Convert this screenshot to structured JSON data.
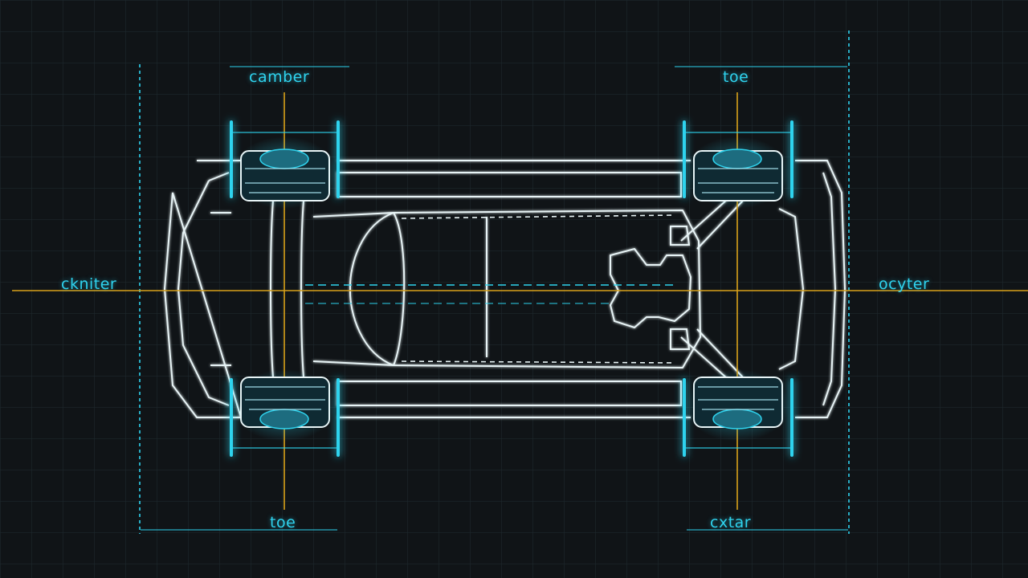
{
  "labels": {
    "top_left": "camber",
    "top_right": "toe",
    "left": "ckniter",
    "right": "ocyter",
    "bottom_left": "toe",
    "bottom_right": "cxtar"
  },
  "colors": {
    "background": "#101417",
    "grid": "#1d272c",
    "outline": "#e8f4f6",
    "accent_cyan": "#2fd3ee",
    "axis_gold": "#d9a21a"
  }
}
